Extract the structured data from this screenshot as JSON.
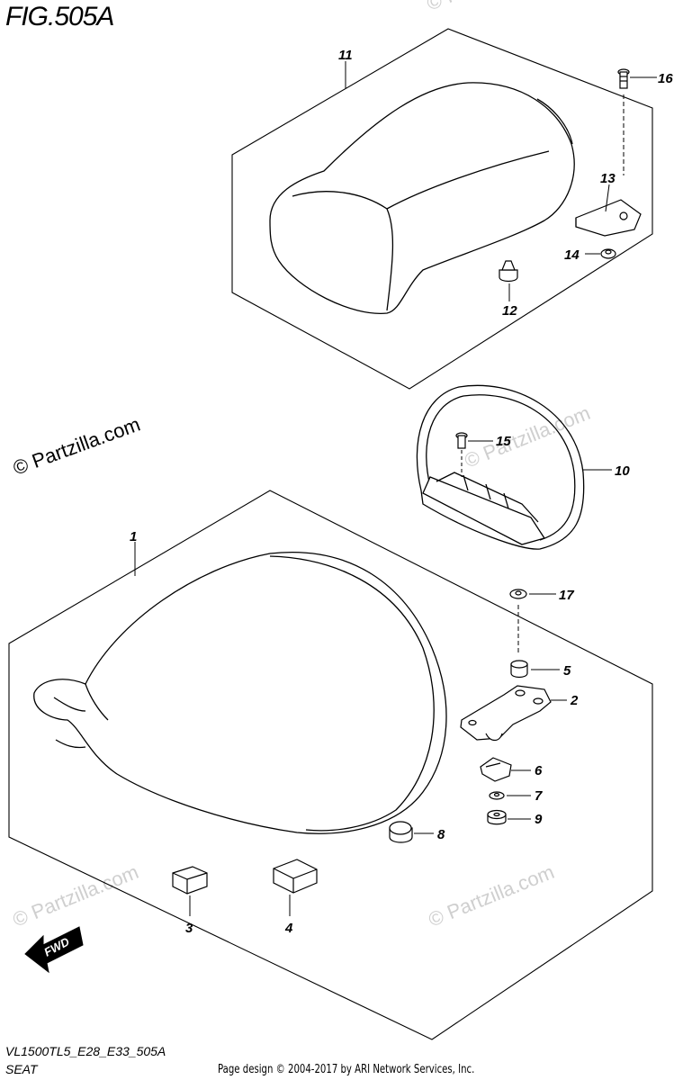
{
  "figure": {
    "title": "FIG.505A",
    "code": "VL1500TL5_E28_E33_505A",
    "name": "SEAT"
  },
  "footer": {
    "copyright": "Page design © 2004-2017 by ARI Network Services, Inc."
  },
  "watermarks": {
    "main": "© Partzilla.com",
    "faint": "© Partzilla.com"
  },
  "direction_arrow": {
    "label": "FWD"
  },
  "callouts": {
    "c1": "1",
    "c2": "2",
    "c3": "3",
    "c4": "4",
    "c5": "5",
    "c6": "6",
    "c7": "7",
    "c8": "8",
    "c9": "9",
    "c10": "10",
    "c11": "11",
    "c12": "12",
    "c13": "13",
    "c14": "14",
    "c15": "15",
    "c16": "16",
    "c17": "17"
  }
}
